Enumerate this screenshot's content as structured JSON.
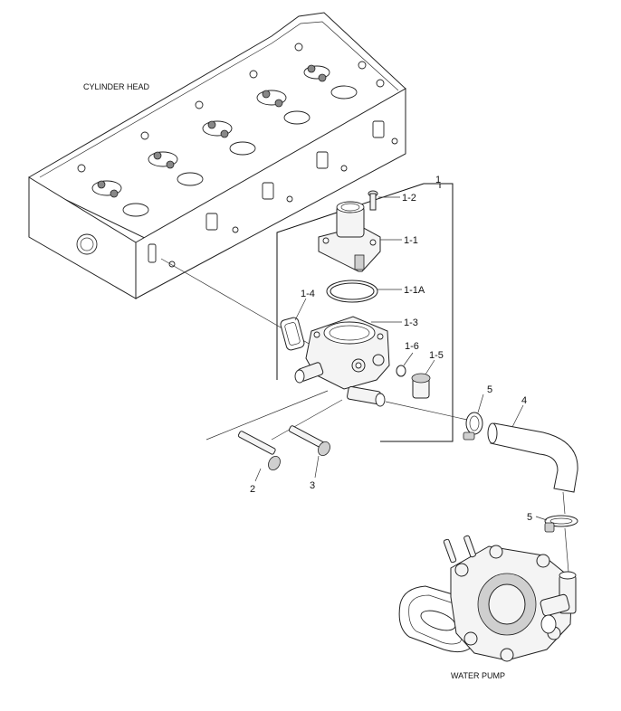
{
  "captions": {
    "cylinder_head": "CYLINDER HEAD",
    "water_pump": "WATER PUMP"
  },
  "callouts": {
    "c1": "1",
    "c1_2": "1-2",
    "c1_1": "1-1",
    "c1_1a": "1-1A",
    "c1_4": "1-4",
    "c1_3": "1-3",
    "c1_6": "1-6",
    "c1_5": "1-5",
    "c5_top": "5",
    "c4": "4",
    "c2": "2",
    "c3": "3",
    "c5_bottom": "5"
  }
}
